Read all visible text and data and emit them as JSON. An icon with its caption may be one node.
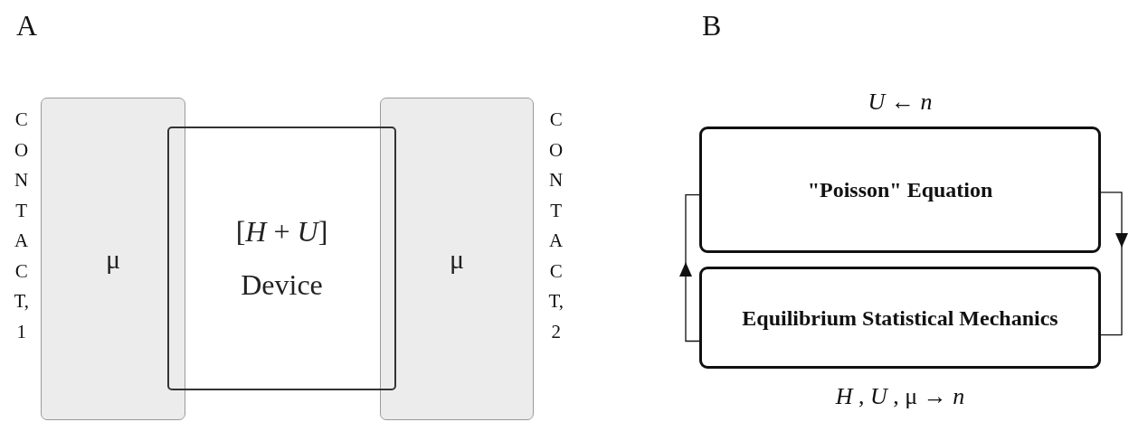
{
  "diagram": {
    "nodes": [
      {
        "text": [
          "μ"
        ],
        "beside": [
          "CONTACT, 1"
        ]
      },
      {
        "text": [
          "[*H* + *U*]",
          "Device"
        ]
      },
      {
        "text": [
          "μ"
        ],
        "beside": [
          "CONTACT, 2"
        ]
      },
      {
        "text": [
          "\"Poisson\" Equation"
        ],
        "beside": [
          "*U* ← *n*"
        ]
      },
      {
        "text": [
          "Equilibrium Statistical Mechanics"
        ],
        "beside": [
          "*H* , *U* , μ → *n*"
        ]
      }
    ],
    "edges": [
      {
        "from": 3,
        "to": 4,
        "arrow": "to"
      },
      {
        "from": 4,
        "to": 3,
        "arrow": "to"
      }
    ],
    "labels": [
      "A",
      "B"
    ]
  }
}
